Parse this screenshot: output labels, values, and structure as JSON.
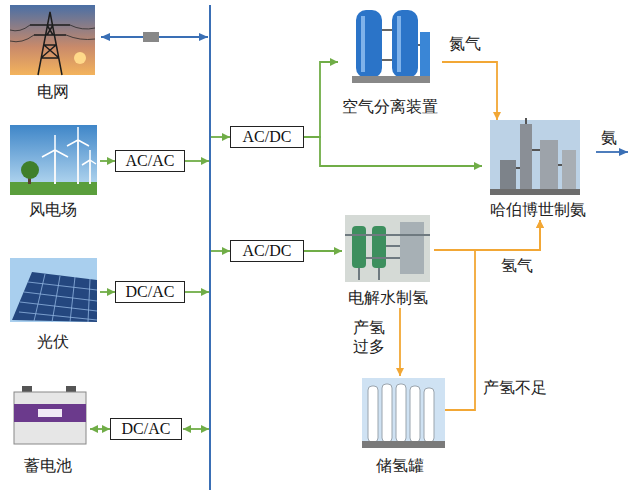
{
  "diagram": {
    "nodes": [
      {
        "text": [
          "电网"
        ]
      },
      {
        "text": [
          "风电场"
        ]
      },
      {
        "text": [
          "光伏"
        ]
      },
      {
        "text": [
          "蓄电池"
        ]
      },
      {
        "text": [
          "AC/AC"
        ]
      },
      {
        "text": [
          "DC/AC"
        ]
      },
      {
        "text": [
          "DC/AC"
        ]
      },
      {
        "text": [
          "AC/DC"
        ]
      },
      {
        "text": [
          "AC/DC"
        ]
      },
      {
        "text": [
          "空气分离装置"
        ]
      },
      {
        "text": [
          "哈伯博世制氨"
        ]
      },
      {
        "text": [
          "电解水制氢"
        ]
      },
      {
        "text": [
          "储氢罐"
        ]
      }
    ],
    "edges": [
      {
        "from": 1,
        "to": 4,
        "arrow": "to"
      },
      {
        "from": 2,
        "to": 5,
        "arrow": "to"
      },
      {
        "from": 3,
        "to": 6,
        "arrow": "both"
      },
      {
        "from": 7,
        "to": 9,
        "arrow": "to"
      },
      {
        "from": 7,
        "to": 10,
        "arrow": "to"
      },
      {
        "from": 9,
        "to": 10,
        "label": "氮气",
        "arrow": "to"
      },
      {
        "from": 8,
        "to": 11,
        "arrow": "to"
      },
      {
        "from": 11,
        "to": 10,
        "label": "氢气",
        "arrow": "to"
      },
      {
        "from": 11,
        "to": 12,
        "label": "产氢过多",
        "arrow": "to"
      },
      {
        "from": 12,
        "to": 10,
        "label": "产氢不足",
        "arrow": "to"
      }
    ],
    "labels": [
      "氨"
    ]
  }
}
